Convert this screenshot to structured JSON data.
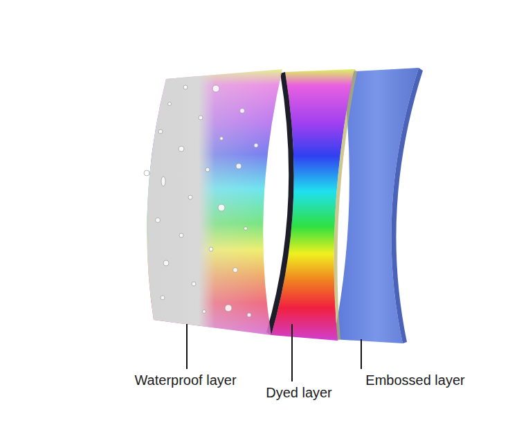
{
  "diagram": {
    "labels": [
      "Waterproof layer",
      "Dyed layer",
      "Embossed layer"
    ]
  }
}
